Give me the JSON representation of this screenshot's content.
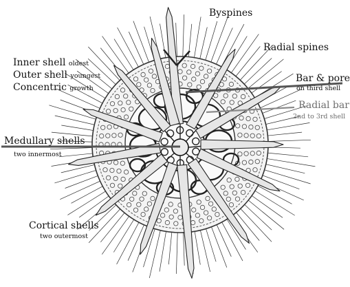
{
  "labels": {
    "byspines": "Byspines",
    "radial_spines": "Radial spines",
    "inner_shell": "Inner shell",
    "inner_shell_note": "oldest",
    "outer_shell": "Outer shell",
    "outer_shell_note": "youngest",
    "concentric": "Concentric",
    "concentric_note": "growth",
    "bar_pore": "Bar & pore",
    "bar_pore_note": "on third shell",
    "radial_bar": "Radial bar",
    "radial_bar_note": "2nd to 3rd shell",
    "medullary_shells": "Medullary shells",
    "medullary_note": "two innermost",
    "cortical_shells": "Cortical shells",
    "cortical_note": "two outermost"
  },
  "colors": {
    "pointer_dark": "#555555",
    "pointer_gray": "#8a8a8a",
    "label_gray": "#6d6d6d"
  }
}
